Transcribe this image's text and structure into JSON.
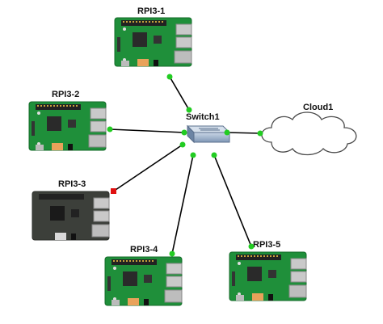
{
  "colors": {
    "link": "#000000",
    "port_up": "#22cc22",
    "port_down": "#e01010",
    "board": "#1f8f3a",
    "board_dark": "#3c3f3a",
    "cloud_fill": "#ffffff",
    "cloud_stroke": "#4a4a4a",
    "switch_fill": "#8aa2c0"
  },
  "nodes": {
    "rpi1": {
      "label": "RPI3-1"
    },
    "rpi2": {
      "label": "RPI3-2"
    },
    "rpi3": {
      "label": "RPI3-3"
    },
    "rpi4": {
      "label": "RPI3-4"
    },
    "rpi5": {
      "label": "RPI3-5"
    },
    "switch": {
      "label": "Switch1"
    },
    "cloud": {
      "label": "Cloud1"
    }
  }
}
